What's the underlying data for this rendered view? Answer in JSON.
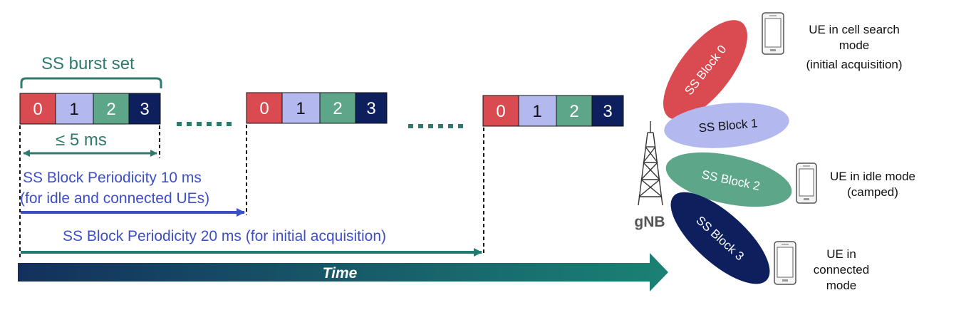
{
  "colors": {
    "block0": "#d94b50",
    "block1": "#b3b9ee",
    "block2": "#5ea68a",
    "block3": "#0d1f5c",
    "teal": "#2f7a6e",
    "blue": "#3d4fc7",
    "navy": "#0f2a55",
    "timeline_start": "#13305c",
    "timeline_end": "#1a8274"
  },
  "burst_label": "SS burst set",
  "burst_duration": "≤ 5 ms",
  "bursts": [
    {
      "blocks": [
        "0",
        "1",
        "2",
        "3"
      ]
    },
    {
      "blocks": [
        "0",
        "1",
        "2",
        "3"
      ]
    },
    {
      "blocks": [
        "0",
        "1",
        "2",
        "3"
      ]
    }
  ],
  "periodicity_10": {
    "line1": "SS Block Periodicity 10 ms",
    "line2": "(for idle and connected UEs)"
  },
  "periodicity_20": "SS Block Periodicity 20 ms (for initial acquisition)",
  "time_label": "Time",
  "gnb_label": "gNB",
  "beams": [
    {
      "label": "SS Block 0"
    },
    {
      "label": "SS Block 1"
    },
    {
      "label": "SS Block 2"
    },
    {
      "label": "SS Block 3"
    }
  ],
  "ues": [
    {
      "lines": [
        "UE in cell search",
        "mode",
        "(initial acquisition)"
      ],
      "icon": "phone-icon"
    },
    {
      "lines": [
        "UE in idle mode",
        "(camped)"
      ],
      "icon": "phone-icon"
    },
    {
      "lines": [
        "UE in",
        "connected",
        "mode"
      ],
      "icon": "phone-icon"
    }
  ]
}
